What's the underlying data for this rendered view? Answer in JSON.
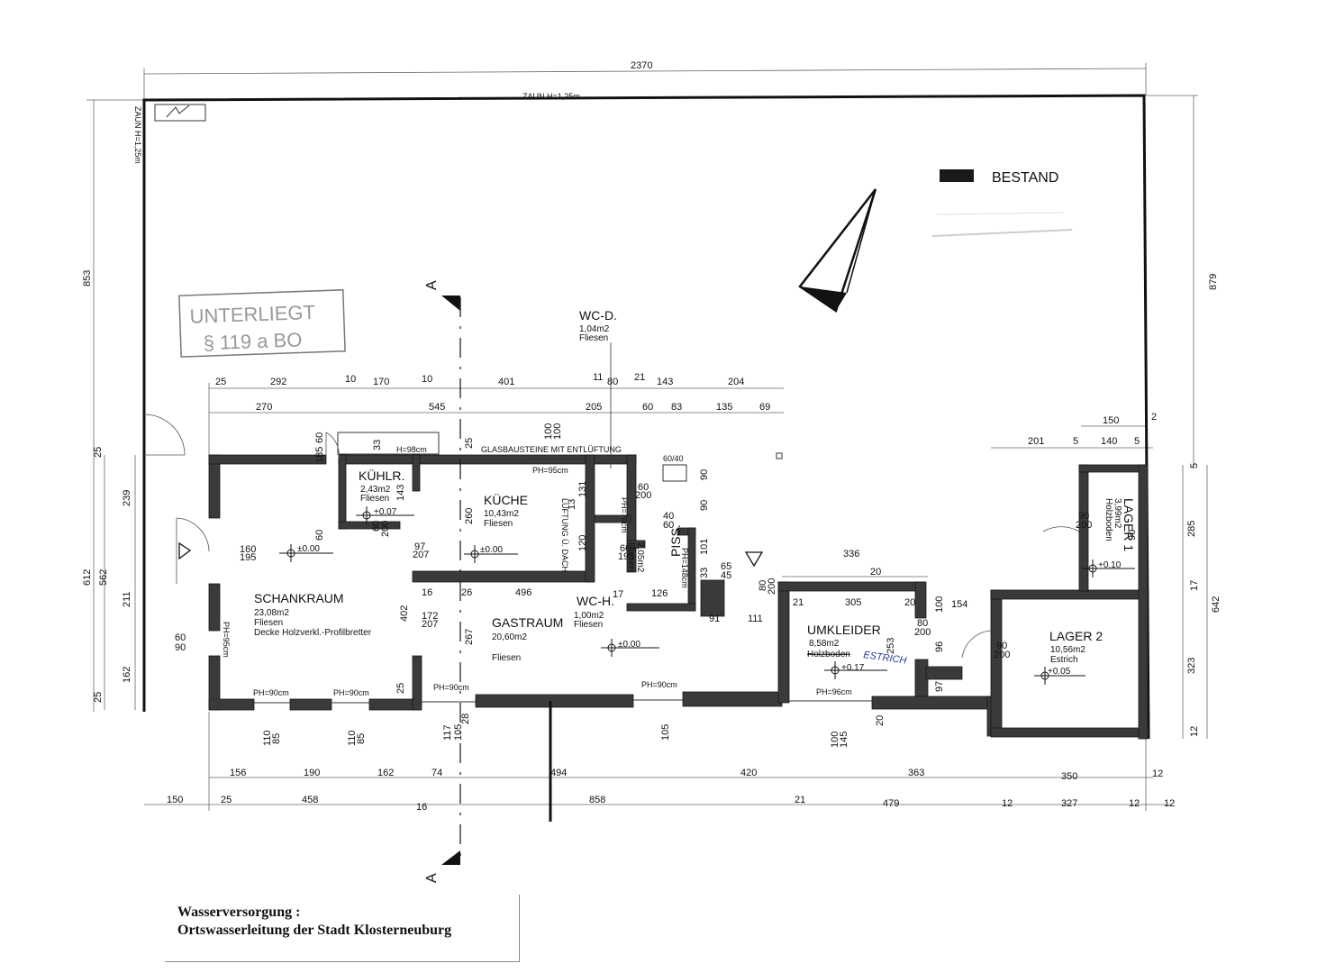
{
  "legend": {
    "label": "BESTAND"
  },
  "stamp": {
    "line1": "UNTERLIEGT",
    "line2": "§ 119 a BO"
  },
  "fence": {
    "top": "ZAUN H=1,25m",
    "left": "ZAUN H=1,25m"
  },
  "section_marker": {
    "label": "A"
  },
  "labels": {
    "glass": "GLASBAUSTEINE MIT ENTLÜFTUNG",
    "h98": "H=98cm",
    "ph95_kitchen": "PH=95cm",
    "ph90_1": "PH=90cm",
    "ph90_2": "PH=90cm",
    "ph90_3": "PH=90cm",
    "ph90_4": "PH=90cm",
    "ph96": "PH=96cm",
    "ph95_side": "PH=95cm",
    "ph148": "PH=148cm",
    "ph70": "PH=70cm",
    "vent": "LÜFTUNG Ü. DACH",
    "box": "60/40",
    "estrich_hand": "ESTRICH"
  },
  "rooms": {
    "schankraum": {
      "name": "SCHANKRAUM",
      "area": "23,08m2",
      "floor": "Fliesen",
      "extra": "Decke Holzverkl.-Profilbretter",
      "level": "±0.00"
    },
    "kuehlr": {
      "name": "KÜHLR.",
      "area": "2,43m2",
      "floor": "Fliesen",
      "level": "+0.07"
    },
    "kueche": {
      "name": "KÜCHE",
      "area": "10,43m2",
      "floor": "Fliesen",
      "level": "±0.00"
    },
    "wcd": {
      "name": "WC-D.",
      "area": "1,04m2",
      "floor": "Fliesen"
    },
    "piss": {
      "name": "PISS.",
      "area": "2,05m2",
      "floor": "Fliesen"
    },
    "wch": {
      "name": "WC-H.",
      "area": "1,00m2",
      "floor": "Fliesen"
    },
    "gastraum": {
      "name": "GASTRAUM",
      "area": "20,60m2",
      "floor": "Fliesen",
      "level": "±0.00"
    },
    "umkleider": {
      "name": "UMKLEIDER",
      "area": "8,58m2",
      "floor": "Holzboden",
      "level": "+0.17"
    },
    "lager1": {
      "name": "LAGER 1",
      "area": "3,99m2",
      "floor": "Holzboden",
      "level": "+0.10"
    },
    "lager2": {
      "name": "LAGER 2",
      "area": "10,56m2",
      "floor": "Estrich",
      "level": "+0.05"
    }
  },
  "dims": {
    "top_total": "2370",
    "left_total": "853",
    "right_total": "879",
    "row1": [
      "25",
      "292",
      "10",
      "170",
      "10",
      "401",
      "11",
      "80",
      "21",
      "143",
      "204"
    ],
    "row2": [
      "270",
      "545",
      "205",
      "60",
      "83",
      "135",
      "69"
    ],
    "right_upper": [
      "201",
      "5",
      "140",
      "5",
      "150",
      "2"
    ],
    "left_side": [
      "25",
      "239",
      "612",
      "562",
      "211",
      "60",
      "90",
      "162",
      "25"
    ],
    "right_side": [
      "5",
      "285",
      "642",
      "17",
      "323",
      "12"
    ],
    "bottom1": [
      "156",
      "190",
      "162",
      "74",
      "494",
      "420",
      "363",
      "350",
      "12"
    ],
    "bottom2": [
      "150",
      "25",
      "458",
      "16",
      "858",
      "21",
      "479",
      "12",
      "327",
      "12",
      "12"
    ],
    "lager_mid": "336",
    "twenty": "20",
    "misc": {
      "d33": "33",
      "d100a": "100",
      "d100b": "100",
      "d25": "25",
      "d60a": "60",
      "d185": "185",
      "d143": "143",
      "d260": "260",
      "d13": "13",
      "d131": "131",
      "d120": "120",
      "d17": "17",
      "d60b": "60",
      "d200a": "200",
      "d90a": "90",
      "d90b": "90",
      "d40": "40",
      "d60c": "60",
      "d60d": "60",
      "d195": "195",
      "d101": "101",
      "d33b": "33",
      "d65": "65",
      "d45": "45",
      "d126": "126",
      "d80": "80",
      "d200b": "200",
      "d160": "160",
      "d195b": "195",
      "d97": "97",
      "d207": "207",
      "d402": "402",
      "d16": "16",
      "d26": "26",
      "d496": "496",
      "d172": "172",
      "d207b": "207",
      "d267": "267",
      "d25b": "25",
      "d91": "91",
      "d111": "111",
      "d21": "21",
      "d305": "305",
      "d20b": "20",
      "d154": "154",
      "d100c": "100",
      "d80b": "80",
      "d200c": "200",
      "d96": "96",
      "d253": "253",
      "d97b": "97",
      "d90c": "90",
      "d200d": "200",
      "d90d": "90",
      "d200e": "200",
      "d20c": "20",
      "d60e": "60",
      "d200f": "200",
      "d85": "85",
      "d110": "110",
      "d85b": "85",
      "d110b": "110",
      "d28": "28",
      "d117": "117",
      "d105": "105",
      "d105b": "105",
      "d145": "145",
      "d100d": "100",
      "d60f": "60",
      "d90e": "90"
    }
  },
  "footer": {
    "line1": "Wasserversorgung :",
    "line2": "Ortswasserleitung der Stadt Klosterneuburg"
  }
}
